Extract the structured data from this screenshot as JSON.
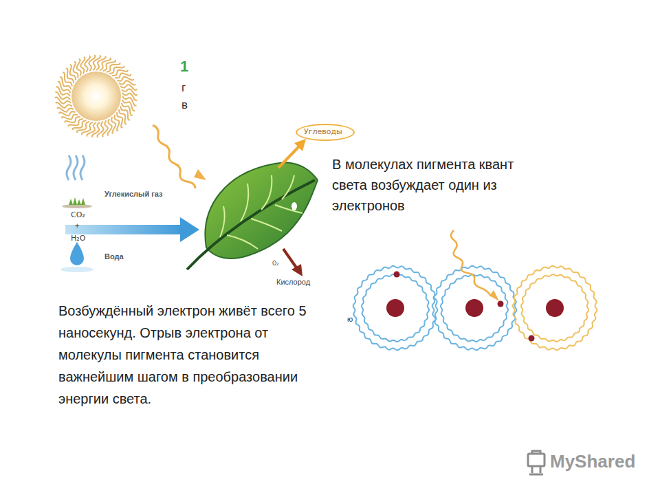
{
  "diagram": {
    "nodes": [
      {
        "text": [
          "Углеводы"
        ]
      }
    ],
    "labels": [
      "1",
      "г",
      "в",
      "Углекислый газ",
      "CO₂",
      "+",
      "H₂O",
      "Вода",
      "O₂",
      "Кислород",
      "В молекулах пигмента квант света возбуждает один из электронов",
      "ю",
      "Возбуждённый электрон живёт всего 5 наносекунд. Отрыв электрона от молекулы пигмента становится важнейшим шагом в преобразовании энергии света.",
      "MyShared"
    ]
  }
}
